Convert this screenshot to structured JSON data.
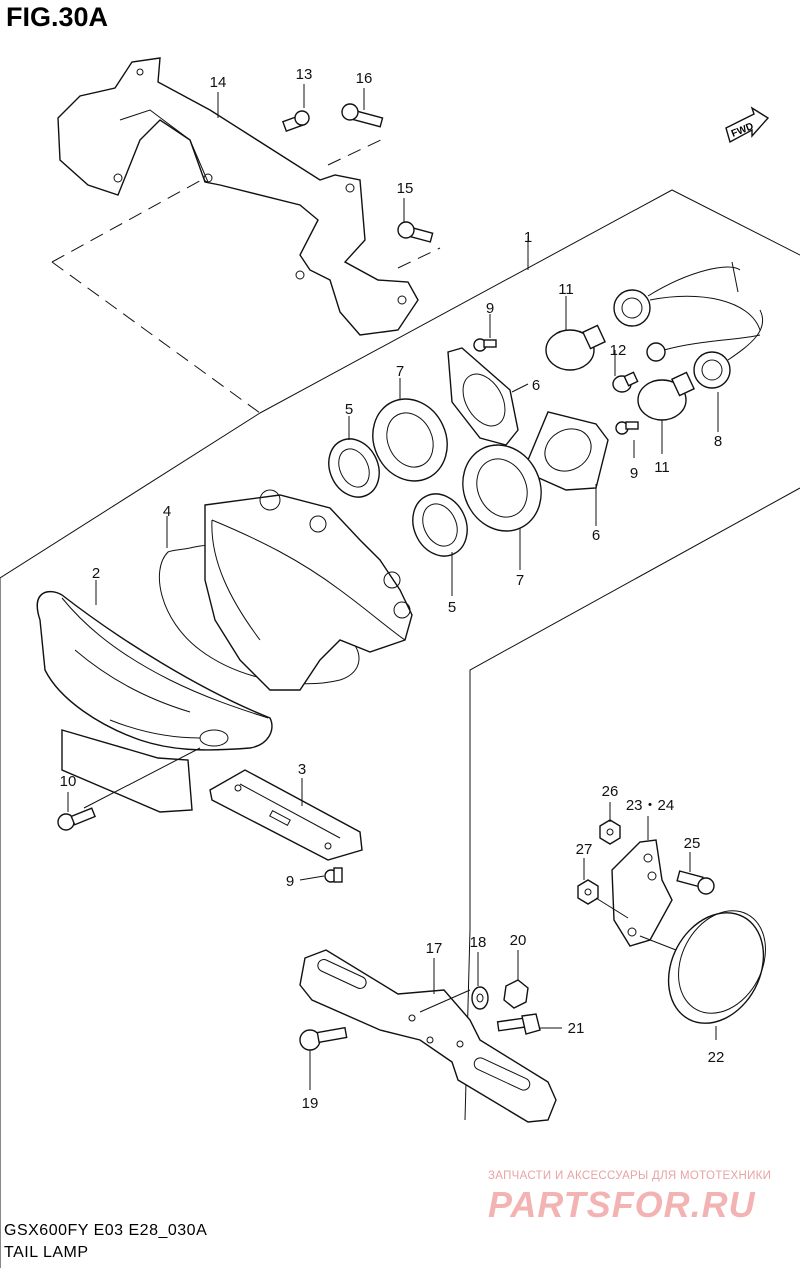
{
  "figure": {
    "title": "FIG.30A",
    "model_code": "GSX600FY E03 E28_030A",
    "name": "TAIL LAMP",
    "fwd_badge": "FWD"
  },
  "callouts": {
    "c1": "1",
    "c2": "2",
    "c3": "3",
    "c4": "4",
    "c5a": "5",
    "c5b": "5",
    "c6a": "6",
    "c6b": "6",
    "c7a": "7",
    "c7b": "7",
    "c8": "8",
    "c9a": "9",
    "c9b": "9",
    "c9c": "9",
    "c10": "10",
    "c11a": "11",
    "c11b": "11",
    "c12": "12",
    "c13": "13",
    "c14": "14",
    "c15": "15",
    "c16": "16",
    "c17": "17",
    "c18": "18",
    "c19": "19",
    "c20": "20",
    "c21": "21",
    "c22": "22",
    "c23_24": "23・24",
    "c25": "25",
    "c26": "26",
    "c27": "27"
  },
  "watermark": {
    "subtitle": "ЗАПЧАСТИ И АКСЕССУАРЫ ДЛЯ МОТОТЕХНИКИ",
    "brand": "PARTSFOR.RU",
    "color": "#f3b3b3"
  }
}
